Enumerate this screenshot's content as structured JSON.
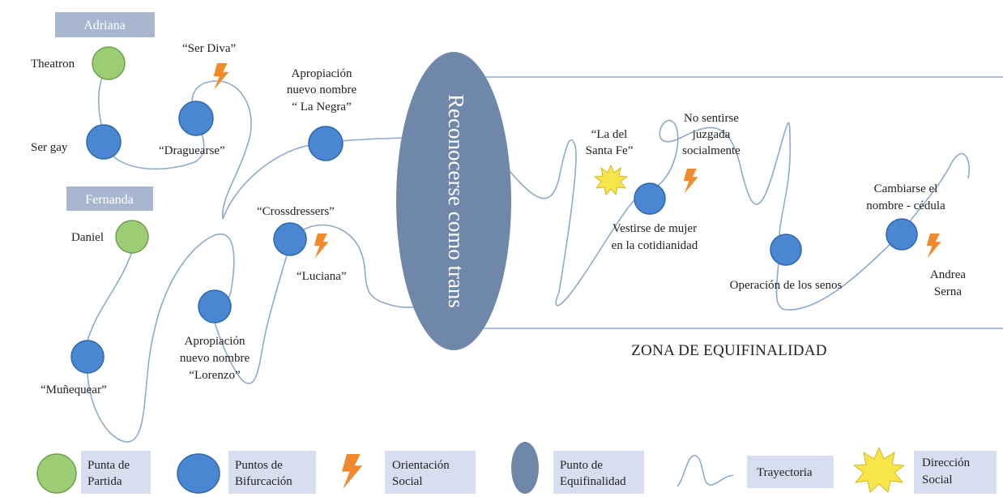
{
  "colors": {
    "start_point": "#9ccc74",
    "start_stroke": "#6f9e4d",
    "bifurcation": "#4a86d1",
    "bifurcation_stroke": "#2f67b0",
    "equifinality": "#6f87a8",
    "trajectory": "#8eaacb",
    "legend_box": "#d6def0",
    "name_tag": "#a9b6cf",
    "orientation_bolt": "#f08a2a",
    "direction_star": "#f7e54a"
  },
  "people": {
    "adriana": "Adriana",
    "fernanda": "Fernanda"
  },
  "nodes": {
    "theatron": "Theatron",
    "ser_diva": "“Ser Diva”",
    "ser_gay": "Ser gay",
    "draguearse": "“Draguearse”",
    "apropiacion_negra": [
      "Apropiación",
      "nuevo nombre",
      "“ La Negra”"
    ],
    "daniel": "Daniel",
    "crossdressers": "“Crossdressers”",
    "luciana": "“Luciana”",
    "apropiacion_lorenzo": [
      "Apropiación",
      "nuevo nombre",
      "“Lorenzo”"
    ],
    "munequear": "“Muñequear”",
    "la_del_santa_fe": [
      "“La del",
      "Santa Fe”"
    ],
    "no_sentirse": [
      "No sentirse",
      "juzgada",
      "socialmente"
    ],
    "vestirse": [
      "Vestirse de mujer",
      "en la cotidianidad"
    ],
    "cambiarse": [
      "Cambiarse el",
      "nombre - cédula"
    ],
    "operacion": "Operación de los senos",
    "andrea_serna": [
      "Andrea",
      "Serna"
    ]
  },
  "equifinality_point": "Reconocerse como trans",
  "zone_label": "ZONA DE EQUIFINALIDAD",
  "legend": {
    "start": [
      "Punta de",
      "Partida"
    ],
    "bifurcation": [
      "Puntos de",
      "Bifurcación"
    ],
    "orientation": [
      "Orientación",
      "Social"
    ],
    "equifinality": [
      "Punto de",
      "Equifinalidad"
    ],
    "trajectory": "Trayectoria",
    "direction": [
      "Dirección",
      "Social"
    ]
  }
}
